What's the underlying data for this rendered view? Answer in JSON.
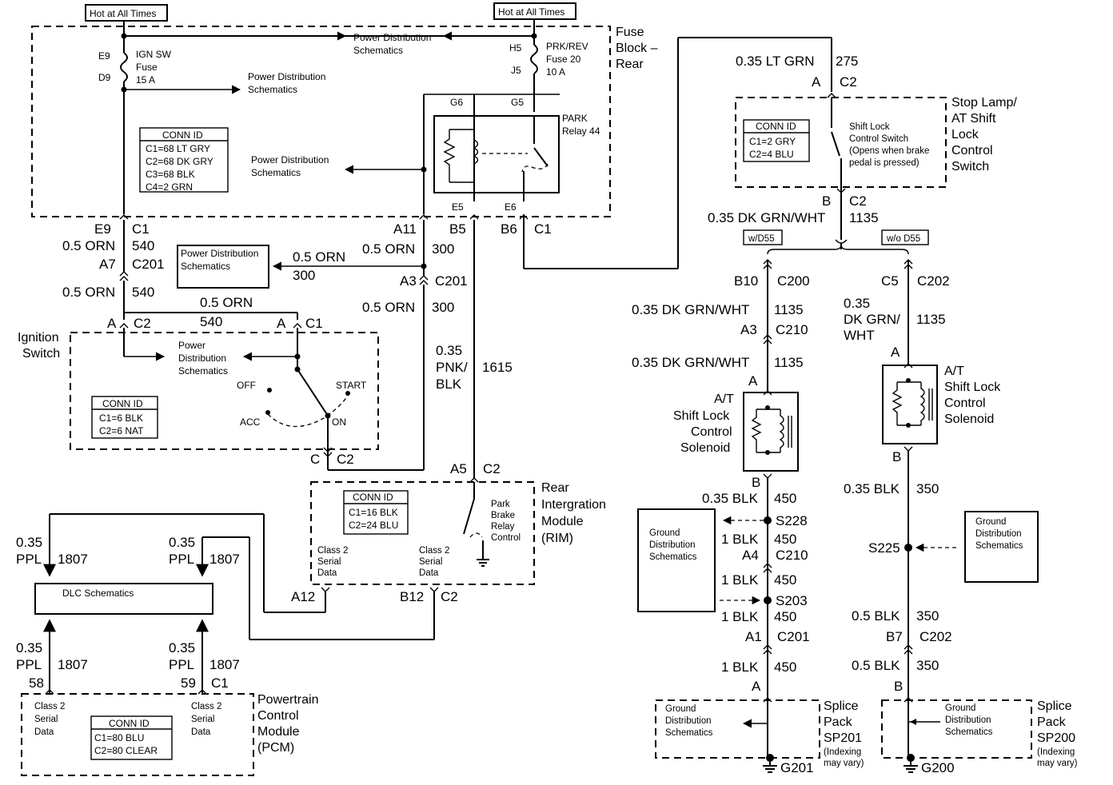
{
  "hot1": "Hot at All Times",
  "hot2": "Hot at All Times",
  "fuse_block": {
    "l1": "Fuse",
    "l2": "Block –",
    "l3": "Rear"
  },
  "pds": {
    "l1": "Power Distribution",
    "l2": "Schematics"
  },
  "ign_fuse": {
    "t1": "E9",
    "t2": "IGN SW",
    "t3": "Fuse",
    "t4": "15 A",
    "t5": "D9"
  },
  "prk_fuse": {
    "t1": "H5",
    "t2": "PRK/REV",
    "t3": "Fuse 20",
    "t4": "10 A",
    "t5": "J5"
  },
  "fb_conn": {
    "title": "CONN ID",
    "c1": "C1=68 LT GRY",
    "c2": "C2=68 DK GRY",
    "c3": "C3=68 BLK",
    "c4": "C4=2 GRN"
  },
  "relay": {
    "g6": "G6",
    "g5": "G5",
    "name1": "PARK",
    "name2": "Relay 44",
    "e5": "E5",
    "e6": "E6"
  },
  "fb_pins": {
    "e9": "E9",
    "c1": "C1",
    "a11": "A11",
    "b5": "B5",
    "b6": "B6",
    "c1b": "C1"
  },
  "w540": {
    "gauge": "0.5 ORN",
    "num": "540"
  },
  "w300": {
    "gauge": "0.5 ORN",
    "num": "300"
  },
  "c201": {
    "a7": "A7",
    "c201": "C201",
    "a3": "A3",
    "c201b": "C201"
  },
  "orn300": {
    "gauge": "0.5 ORN",
    "num": "300"
  },
  "ign": {
    "a": "A",
    "c2": "C2",
    "a2": "A",
    "c1": "C1",
    "gauge": "0.5 ORN",
    "num": "540",
    "l1": "Ignition",
    "l2": "Switch",
    "pd1": "Power",
    "pd2": "Distribution",
    "pd3": "Schematics",
    "off": "OFF",
    "start": "START",
    "acc": "ACC",
    "on": "ON",
    "conn_title": "CONN ID",
    "conn1": "C1=6 BLK",
    "conn2": "C2=6 NAT",
    "c": "C",
    "c2b": "C2"
  },
  "w1615": {
    "g1": "0.35",
    "g2": "PNK/",
    "g3": "BLK",
    "num": "1615"
  },
  "rim": {
    "a5": "A5",
    "c2": "C2",
    "conn_title": "CONN ID",
    "conn1": "C1=16 BLK",
    "conn2": "C2=24 BLU",
    "pb1": "Park",
    "pb2": "Brake",
    "pb3": "Relay",
    "pb4": "Control",
    "cs1": "Class 2",
    "cs2": "Serial",
    "cs3": "Data",
    "n1": "Rear",
    "n2": "Intergration",
    "n3": "Module",
    "n4": "(RIM)",
    "a12": "A12",
    "b12": "B12",
    "c2b": "C2"
  },
  "dlc": {
    "label": "DLC Schematics",
    "g": "0.35",
    "ppl": "PPL",
    "num": "1807"
  },
  "pcm": {
    "p58": "58",
    "p59": "59",
    "c1": "C1",
    "cs1": "Class 2",
    "cs2": "Serial",
    "cs3": "Data",
    "conn_title": "CONN ID",
    "conn1": "C1=80 BLU",
    "conn2": "C2=80 CLEAR",
    "n1": "Powertrain",
    "n2": "Control",
    "n3": "Module",
    "n4": "(PCM)"
  },
  "stop": {
    "gauge": "0.35 LT GRN",
    "num": "275",
    "a": "A",
    "c2": "C2",
    "conn_title": "CONN ID",
    "conn1": "C1=2 GRY",
    "conn2": "C2=4 BLU",
    "s1": "Shift Lock",
    "s2": "Control Switch",
    "s3": "(Opens when brake",
    "s4": "pedal is pressed)",
    "n1": "Stop Lamp/",
    "n2": "AT Shift",
    "n3": "Lock",
    "n4": "Control",
    "n5": "Switch",
    "b": "B",
    "c2b": "C2"
  },
  "w1135": {
    "gauge": "0.35 DK GRN/WHT",
    "num": "1135"
  },
  "opt": {
    "wd55": "w/D55",
    "wod55": "w/o D55"
  },
  "left": {
    "b10": "B10",
    "c200": "C200",
    "a3": "A3",
    "c210": "C210",
    "a": "A",
    "b": "B",
    "sol1": "A/T",
    "sol2": "Shift Lock",
    "sol3": "Control",
    "sol4": "Solenoid",
    "g450": "0.35 BLK",
    "n450": "450",
    "s228": "S228",
    "blk1": "1 BLK",
    "a4": "A4",
    "c210b": "C210",
    "s203": "S203",
    "a1": "A1",
    "c201": "C201",
    "aa": "A",
    "gds1": "Ground",
    "gds2": "Distribution",
    "gds3": "Schematics",
    "sp1": "Splice",
    "sp2": "Pack",
    "sp3": "SP201",
    "sp4": "(Indexing",
    "sp5": "may vary)",
    "g201": "G201"
  },
  "right": {
    "c5": "C5",
    "c202": "C202",
    "g1": "0.35",
    "g2": "DK GRN/",
    "g3": "WHT",
    "num": "1135",
    "a": "A",
    "b": "B",
    "sol1": "A/T",
    "sol2": "Shift Lock",
    "sol3": "Control",
    "sol4": "Solenoid",
    "g350": "0.35 BLK",
    "n350": "350",
    "s225": "S225",
    "blk": "0.5 BLK",
    "b7": "B7",
    "c202b": "C202",
    "bb": "B",
    "sp1": "Splice",
    "sp2": "Pack",
    "sp3": "SP200",
    "sp4": "(Indexing",
    "sp5": "may vary)",
    "g200": "G200"
  }
}
